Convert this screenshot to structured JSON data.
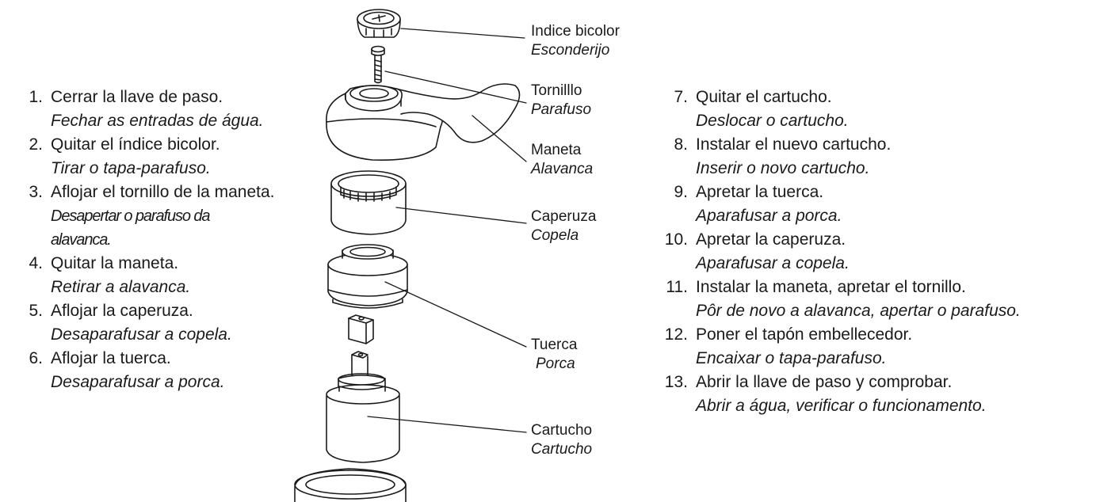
{
  "steps_left": [
    {
      "n": "1.",
      "es": "Cerrar la llave de paso.",
      "pt": "Fechar as entradas de água."
    },
    {
      "n": "2.",
      "es": "Quitar el índice bicolor.",
      "pt": "Tirar o tapa-parafuso."
    },
    {
      "n": "3.",
      "es": "Aflojar el tornillo de la maneta.",
      "pt": "Desapertar o parafuso da",
      "pt2": "alavanca."
    },
    {
      "n": "4.",
      "es": "Quitar la maneta.",
      "pt": "Retirar a alavanca."
    },
    {
      "n": "5.",
      "es": "Aflojar la caperuza.",
      "pt": "Desaparafusar a copela."
    },
    {
      "n": "6.",
      "es": "Aflojar la tuerca.",
      "pt": "Desaparafusar a porca."
    }
  ],
  "steps_right": [
    {
      "n": "7.",
      "es": "Quitar el cartucho.",
      "pt": "Deslocar o cartucho."
    },
    {
      "n": "8.",
      "es": "Instalar el nuevo cartucho.",
      "pt": "Inserir o novo cartucho."
    },
    {
      "n": "9.",
      "es": "Apretar la tuerca.",
      "pt": "Aparafusar a porca."
    },
    {
      "n": "10.",
      "es": "Apretar la caperuza.",
      "pt": "Aparafusar a copela."
    },
    {
      "n": "11.",
      "es": "Instalar la maneta, apretar el tornillo.",
      "pt": "Pôr de novo a alavanca, apertar o parafuso."
    },
    {
      "n": "12.",
      "es": "Poner el tapón embellecedor.",
      "pt": "Encaixar o tapa-parafuso."
    },
    {
      "n": "13.",
      "es": "Abrir la llave de paso y comprobar.",
      "pt": "Abrir a água, verificar o funcionamento."
    }
  ],
  "parts": [
    {
      "es": "Indice bicolor",
      "pt": "Esconderijo"
    },
    {
      "es": "Tornilllo",
      "pt": "Parafuso"
    },
    {
      "es": "Maneta",
      "pt": "Alavanca"
    },
    {
      "es": "Caperuza",
      "pt": "Copela"
    },
    {
      "es": "Tuerca",
      "pt": "Porca"
    },
    {
      "es": "Cartucho",
      "pt": "Cartucho"
    }
  ]
}
